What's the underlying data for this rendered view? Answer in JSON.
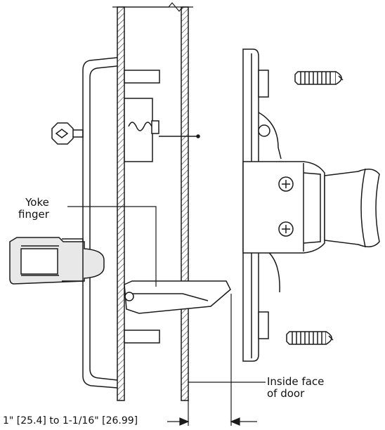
{
  "labels": {
    "yoke_line1": "Yoke",
    "yoke_line2": "finger",
    "inside_line1": "Inside face",
    "inside_line2": "of door",
    "dimension": "1\" [25.4] to 1-1/16\" [26.99]"
  },
  "colors": {
    "line": "#1a1a1a",
    "fill_light": "#ffffff",
    "fill_grey": "#e8e8e8"
  }
}
